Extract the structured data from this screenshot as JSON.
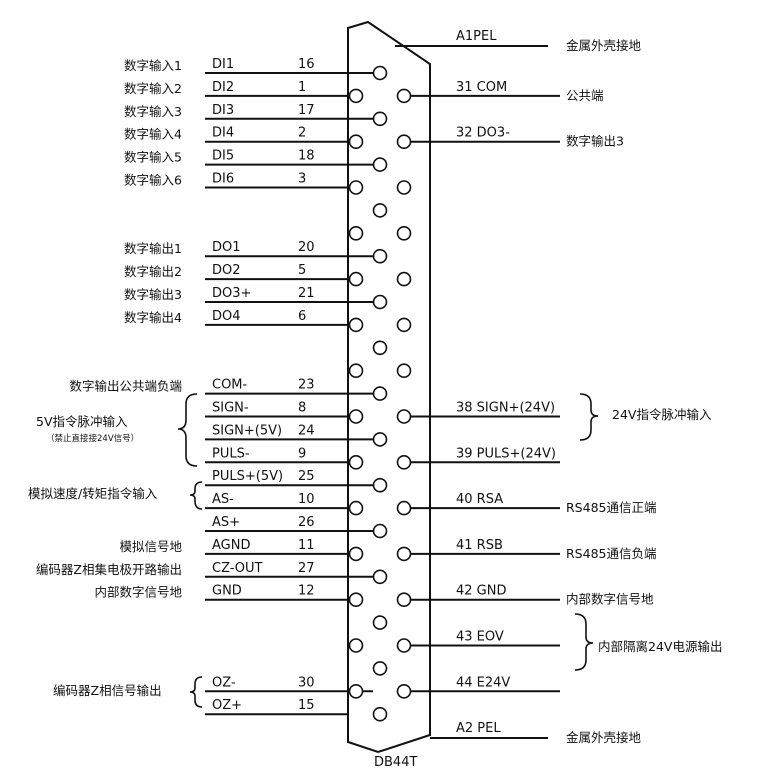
{
  "connector": {
    "name": "DB44T",
    "top_ground": {
      "signal": "A1PEL",
      "description": "金属外壳接地"
    },
    "bottom_ground": {
      "signal": "A2 PEL",
      "description": "金属外壳接地"
    }
  },
  "left_pins": [
    {
      "label": "数字输入1",
      "signal": "DI1",
      "pin": "16",
      "row": 0,
      "col": "m"
    },
    {
      "label": "数字输入2",
      "signal": "DI2",
      "pin": "1",
      "row": 1,
      "col": "l"
    },
    {
      "label": "数字输入3",
      "signal": "DI3",
      "pin": "17",
      "row": 2,
      "col": "m"
    },
    {
      "label": "数字输入4",
      "signal": "DI4",
      "pin": "2",
      "row": 3,
      "col": "l"
    },
    {
      "label": "数字输入5",
      "signal": "DI5",
      "pin": "18",
      "row": 4,
      "col": "m"
    },
    {
      "label": "数字输入6",
      "signal": "DI6",
      "pin": "3",
      "row": 5,
      "col": "l"
    },
    {
      "label": "数字输出1",
      "signal": "DO1",
      "pin": "20",
      "row": 8,
      "col": "m"
    },
    {
      "label": "数字输出2",
      "signal": "DO2",
      "pin": "5",
      "row": 9,
      "col": "l"
    },
    {
      "label": "数字输出3",
      "signal": "DO3+",
      "pin": "21",
      "row": 10,
      "col": "m"
    },
    {
      "label": "数字输出4",
      "signal": "DO4",
      "pin": "6",
      "row": 11,
      "col": "l"
    },
    {
      "label": "数字输出公共端负端",
      "signal": "COM-",
      "pin": "23",
      "row": 14,
      "col": "m"
    },
    {
      "label": "",
      "signal": "SIGN-",
      "pin": "8",
      "row": 15,
      "col": "l"
    },
    {
      "label": "",
      "signal": "SIGN+(5V)",
      "pin": "24",
      "row": 16,
      "col": "m"
    },
    {
      "label": "",
      "signal": "PULS-",
      "pin": "9",
      "row": 17,
      "col": "l"
    },
    {
      "label": "",
      "signal": "PULS+(5V)",
      "pin": "25",
      "row": 18,
      "col": "m"
    },
    {
      "label": "",
      "signal": "AS-",
      "pin": "10",
      "row": 19,
      "col": "l"
    },
    {
      "label": "",
      "signal": "AS+",
      "pin": "26",
      "row": 20,
      "col": "m"
    },
    {
      "label": "模拟信号地",
      "signal": "AGND",
      "pin": "11",
      "row": 21,
      "col": "l"
    },
    {
      "label": "编码器Z相集电极开路输出",
      "signal": "CZ-OUT",
      "pin": "27",
      "row": 22,
      "col": "m"
    },
    {
      "label": "内部数字信号地",
      "signal": "GND",
      "pin": "12",
      "row": 23,
      "col": "l"
    },
    {
      "label": "",
      "signal": "OZ-",
      "pin": "30",
      "row": 27,
      "col": "m"
    },
    {
      "label": "",
      "signal": "OZ+",
      "pin": "15",
      "row": 28,
      "col": "l"
    }
  ],
  "right_pins": [
    {
      "pin_signal": "31 COM",
      "description": "公共端",
      "row": 1
    },
    {
      "pin_signal": "32 DO3-",
      "description": "数字输出3",
      "row": 3
    },
    {
      "pin_signal": "38 SIGN+(24V)",
      "description": "",
      "row": 15
    },
    {
      "pin_signal": "39 PULS+(24V)",
      "description": "",
      "row": 17
    },
    {
      "pin_signal": "40 RSA",
      "description": "RS485通信正端",
      "row": 19
    },
    {
      "pin_signal": "41 RSB",
      "description": "RS485通信负端",
      "row": 21
    },
    {
      "pin_signal": "42 GND",
      "description": "内部数字信号地",
      "row": 23
    },
    {
      "pin_signal": "43 EOV",
      "description": "",
      "row": 25
    },
    {
      "pin_signal": "44 E24V",
      "description": "",
      "row": 27
    }
  ],
  "groups": {
    "pulse_5v_title": "5V指令脉冲输入",
    "pulse_5v_note": "（禁止直接接24V信号）",
    "analog_cmd": "模拟速度/转矩指令输入",
    "encoder_z": "编码器Z相信号输出",
    "pulse_24v": "24V指令脉冲输入",
    "power_out": "内部隔离24V电源输出"
  }
}
